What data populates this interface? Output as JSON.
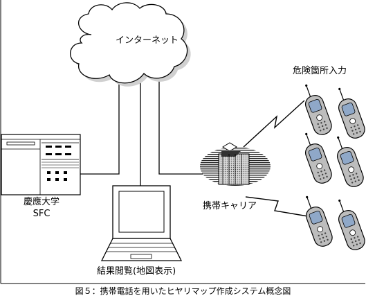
{
  "labels": {
    "internet": "インターネット",
    "danger_input": "危険箇所入力",
    "carrier": "携帯キャリア",
    "keio": "慶應大学",
    "sfc": "SFC",
    "results": "結果閲覧(地図表示)",
    "caption": "図５：携帯電話を用いたヒヤリマップ作成システム概念図"
  }
}
